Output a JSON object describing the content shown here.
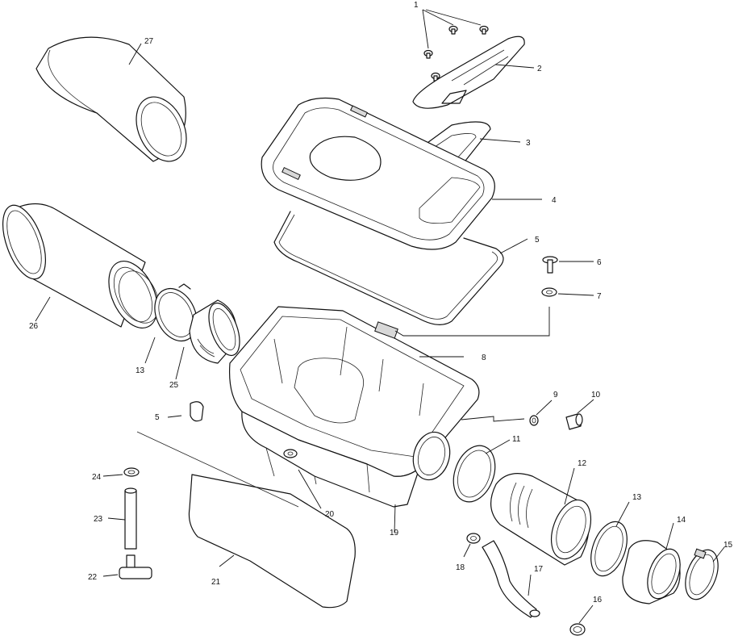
{
  "callouts": [
    "1",
    "2",
    "3",
    "4",
    "5",
    "6",
    "7",
    "8",
    "9",
    "10",
    "11",
    "12",
    "13",
    "14",
    "15",
    "16",
    "17",
    "18",
    "19",
    "20",
    "21",
    "22",
    "23",
    "24",
    "25",
    "26",
    "27",
    "13",
    "5"
  ]
}
